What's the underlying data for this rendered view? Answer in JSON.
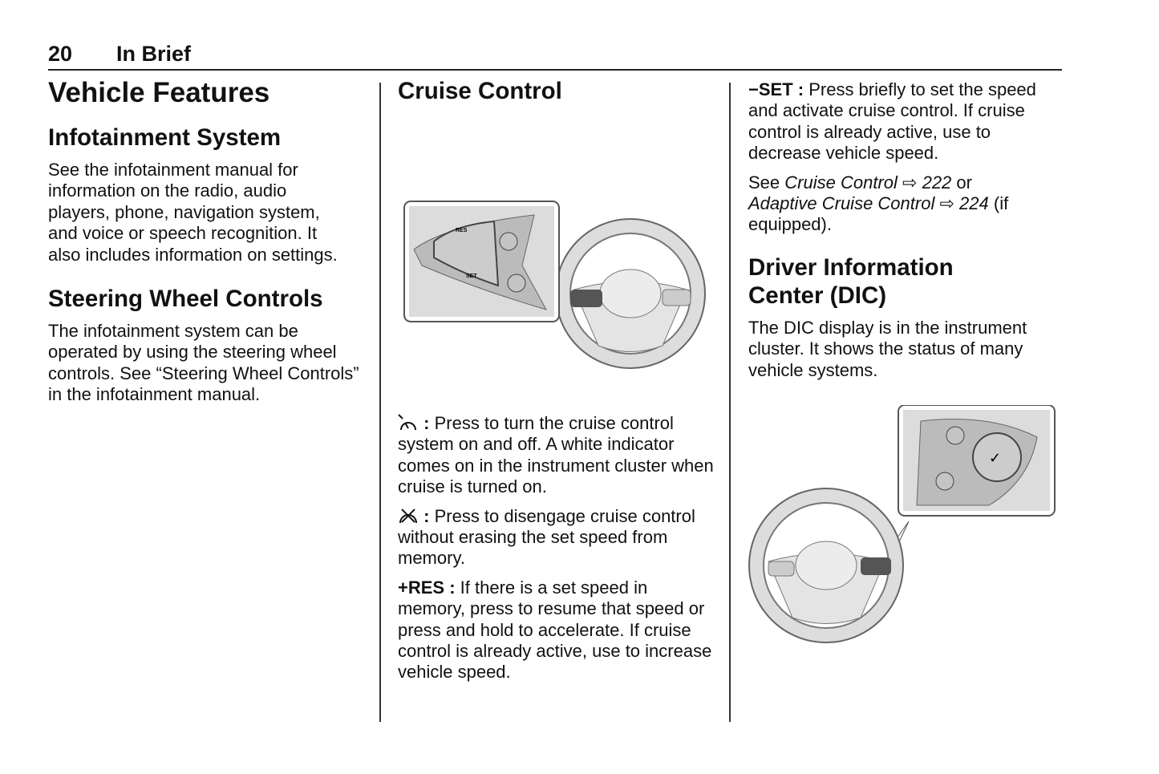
{
  "header": {
    "page_number": "20",
    "section": "In Brief"
  },
  "left": {
    "title": "Vehicle Features",
    "infotainment": {
      "heading": "Infotainment System",
      "body": "See the infotainment manual for information on the radio, audio players, phone, navigation system, and voice or speech recognition. It also includes information on settings."
    },
    "steering": {
      "heading": "Steering Wheel Controls",
      "body": "The infotainment system can be operated by using the steering wheel controls. See “Steering Wheel Controls” in the infotainment manual."
    }
  },
  "middle": {
    "heading": "Cruise Control",
    "figure_labels": {
      "res": "RES",
      "set": "SET"
    },
    "items": [
      {
        "icon": "cruise-on-off-icon",
        "label": ":",
        "text": "Press to turn the cruise control system on and off. A white indicator comes on in the instrument cluster when cruise is turned on."
      },
      {
        "icon": "cruise-cancel-icon",
        "label": ":",
        "text": "Press to disengage cruise control without erasing the set speed from memory."
      },
      {
        "label": "+RES :",
        "text": "If there is a set speed in memory, press to resume that speed or press and hold to accelerate. If cruise control is already active, use to increase vehicle speed."
      }
    ]
  },
  "right": {
    "set_item": {
      "label": "−SET :",
      "text": "Press briefly to set the speed and activate cruise control. If cruise control is already active, use to decrease vehicle speed."
    },
    "see": {
      "prefix": "See",
      "ref1": "Cruise Control",
      "page1": "222",
      "mid": "or",
      "ref2": "Adaptive Cruise Control",
      "page2": "224",
      "suffix": "(if equipped)."
    },
    "dic": {
      "heading": "Driver Information Center (DIC)",
      "body": "The DIC display is in the instrument cluster. It shows the status of many vehicle systems."
    }
  }
}
